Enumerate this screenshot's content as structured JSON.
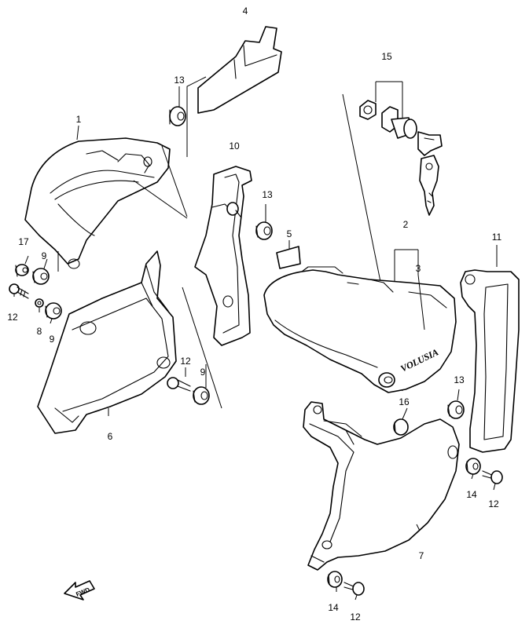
{
  "callouts": {
    "c1": "1",
    "c2": "2",
    "c3": "3",
    "c4": "4",
    "c5": "5",
    "c6": "6",
    "c7": "7",
    "c8": "8",
    "c9a": "9",
    "c9b": "9",
    "c9c": "9",
    "c10": "10",
    "c11": "11",
    "c12a": "12",
    "c12b": "12",
    "c12c": "12",
    "c12d": "12",
    "c13a": "13",
    "c13b": "13",
    "c13c": "13",
    "c14a": "14",
    "c14b": "14",
    "c15": "15",
    "c16": "16",
    "c17": "17"
  },
  "emblem_text": "VOLUSIA",
  "fwd_label": "FWD"
}
